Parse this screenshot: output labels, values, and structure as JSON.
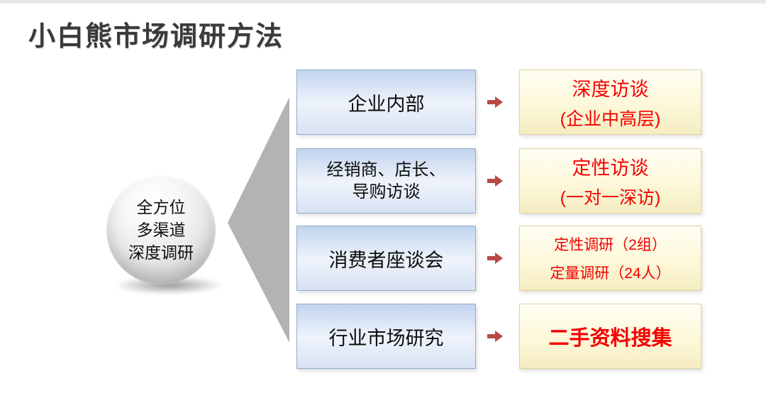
{
  "title": "小白熊市场调研方法",
  "sphere": {
    "lines": [
      "全方位",
      "多渠道",
      "深度调研"
    ]
  },
  "rows": [
    {
      "method_lines": [
        "企业内部"
      ],
      "result_lines": [
        "深度访谈",
        "(企业中高层)"
      ]
    },
    {
      "method_lines": [
        "经销商、店长、",
        "导购访谈"
      ],
      "result_lines": [
        "定性访谈",
        "(一对一深访)"
      ]
    },
    {
      "method_lines": [
        "消费者座谈会"
      ],
      "result_lines": [
        "定性调研（2组）",
        "定量调研（24人）"
      ]
    },
    {
      "method_lines": [
        "行业市场研究"
      ],
      "result_lines": [
        "二手资料搜集"
      ]
    }
  ],
  "icons": {
    "funnel_triangle": "left-pointing-triangle",
    "flow_arrow": "right-arrow"
  },
  "colors": {
    "title_text": "#3a3a3a",
    "red_text": "#f40000",
    "arrow_red": "#b84a44",
    "triangle_gray": "#b3b3b3",
    "blue_box_border": "#94aacf",
    "blue_box_fill_top": "#c2d4ee",
    "yellow_box_border": "#ddd3a2",
    "yellow_box_fill_bottom": "#f5ecc0",
    "top_strip": "#e9e9ea"
  }
}
